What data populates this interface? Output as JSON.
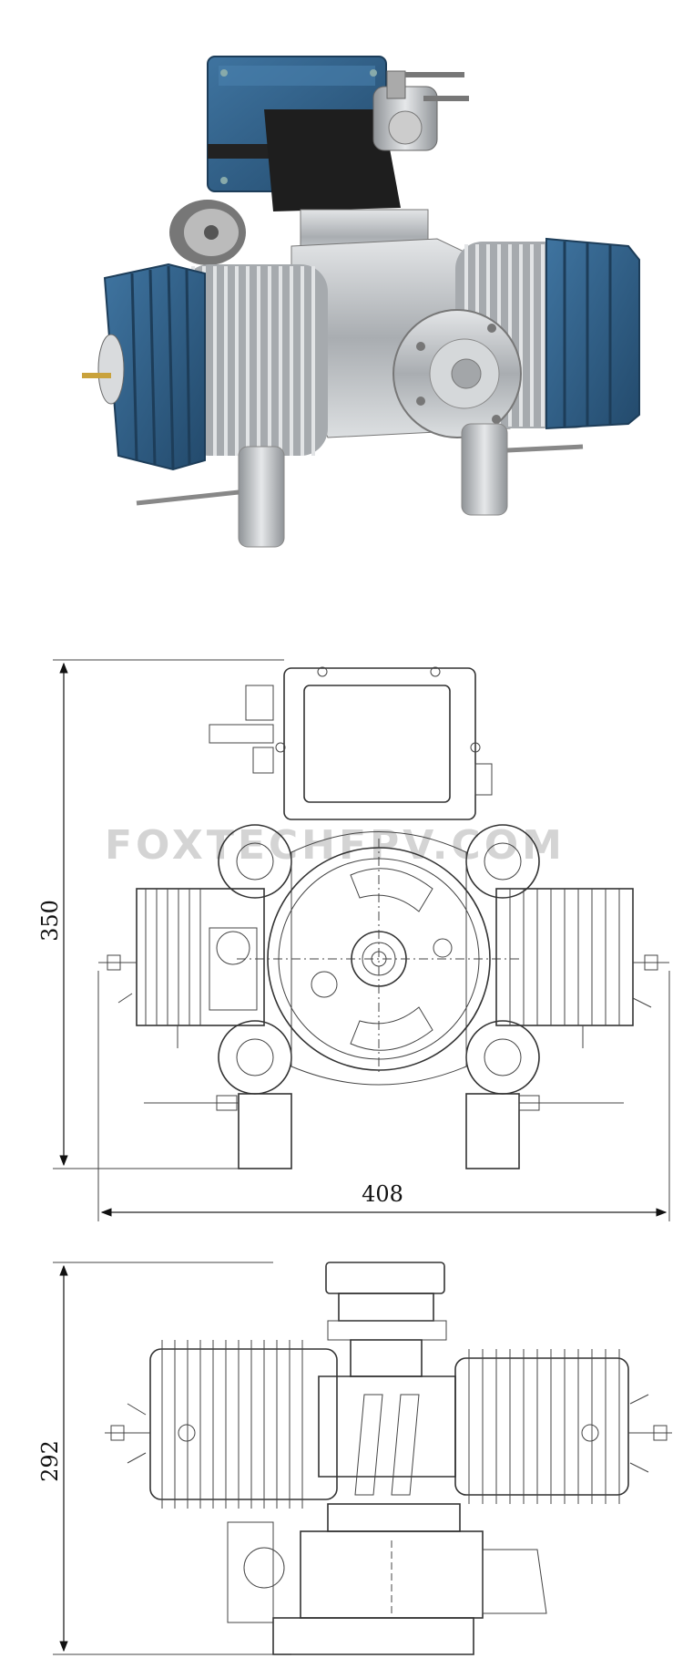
{
  "figure": {
    "watermark": "FOXTECHFPV.COM",
    "front_view": {
      "width_label": "408",
      "height_label": "350"
    },
    "side_view": {
      "height_label": "292"
    }
  },
  "colors": {
    "cooling_shroud": "#2f5f86",
    "aluminum": "#b9bcbf",
    "line": "#333333"
  }
}
